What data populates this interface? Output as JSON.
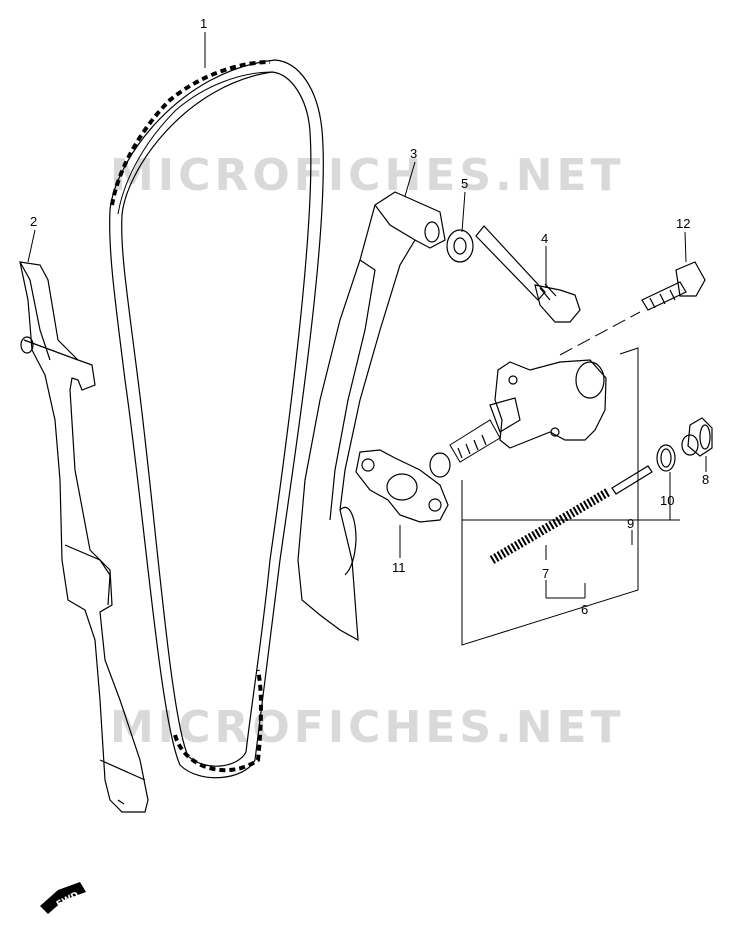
{
  "watermark": {
    "text": "MICROFICHES.NET"
  },
  "fwd_label": "FWD",
  "callouts": [
    {
      "id": "1",
      "label": "1"
    },
    {
      "id": "2",
      "label": "2"
    },
    {
      "id": "3",
      "label": "3"
    },
    {
      "id": "4",
      "label": "4"
    },
    {
      "id": "5",
      "label": "5"
    },
    {
      "id": "6",
      "label": "6"
    },
    {
      "id": "7",
      "label": "7"
    },
    {
      "id": "8",
      "label": "8"
    },
    {
      "id": "9",
      "label": "9"
    },
    {
      "id": "10",
      "label": "10"
    },
    {
      "id": "11",
      "label": "11"
    },
    {
      "id": "12",
      "label": "12"
    }
  ],
  "colors": {
    "line": "#000000",
    "watermark": "#d9d9d9",
    "background": "#ffffff"
  }
}
